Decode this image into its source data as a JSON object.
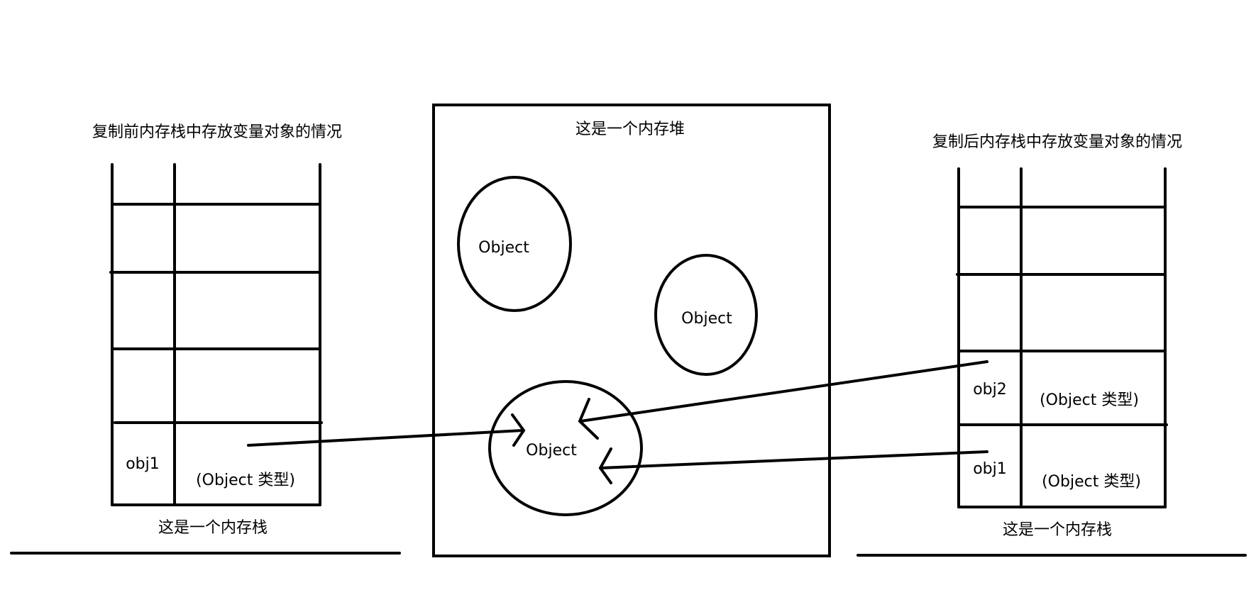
{
  "colors": {
    "ink": "#000000",
    "background": "#ffffff"
  },
  "left_stack": {
    "title": "复制前内存栈中存放变量对象的情况",
    "caption": "这是一个内存栈",
    "rows": [
      {
        "name": "obj1",
        "value": "(Object 类型)"
      }
    ]
  },
  "heap": {
    "title": "这是一个内存堆",
    "objects": [
      "Object",
      "Object",
      "Object"
    ]
  },
  "right_stack": {
    "title": "复制后内存栈中存放变量对象的情况",
    "caption": "这是一个内存栈",
    "rows": [
      {
        "name": "obj2",
        "value": "(Object 类型)"
      },
      {
        "name": "obj1",
        "value": "(Object 类型)"
      }
    ]
  }
}
